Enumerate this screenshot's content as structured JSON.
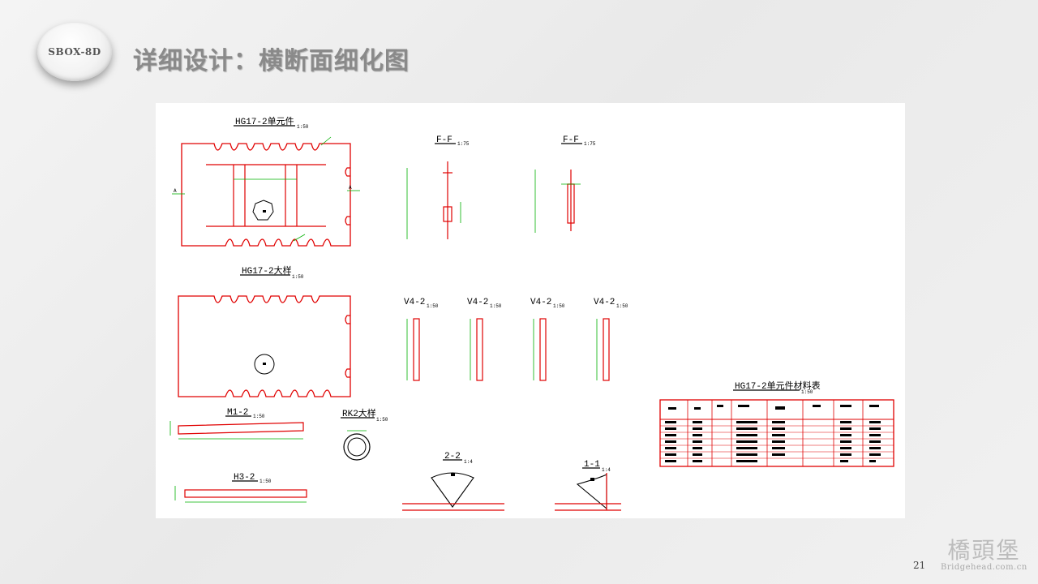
{
  "logo_text": "SBOX-8D",
  "title": "详细设计：横断面细化图",
  "page_number": "21",
  "watermark": {
    "chinese": "橋頭堡",
    "url": "Bridgehead.com.cn"
  },
  "drawing": {
    "labels": {
      "hg_unit": "HG17-2单元件",
      "hg_unit_scale": "1:50",
      "ff1": "F-F",
      "ff1_scale": "1:75",
      "ff2": "F-F",
      "ff2_scale": "1:75",
      "hg_big": "HG17-2大样",
      "hg_big_scale": "1:50",
      "v1": "V4-2",
      "v1_scale": "1:50",
      "v2": "V4-2",
      "v2_scale": "1:50",
      "v3": "V4-2",
      "v3_scale": "1:50",
      "v4": "V4-2",
      "v4_scale": "1:50",
      "m1": "M1-2",
      "m1_scale": "1:50",
      "rk2": "RK2大样",
      "rk2_scale": "1:50",
      "h3": "H3-2",
      "h3_scale": "1:50",
      "s22": "2-2",
      "s22_scale": "1:4",
      "s11": "1-1",
      "s11_scale": "1:4",
      "table_title": "HG17-2单元件材料表",
      "table_scale": "1:50"
    }
  }
}
